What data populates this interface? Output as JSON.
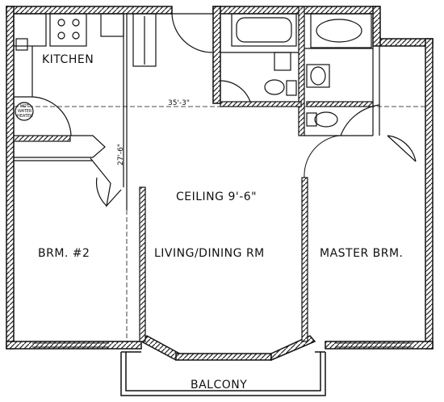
{
  "rooms": {
    "kitchen": "KITCHEN",
    "living": "LIVING/DINING RM",
    "master": "MASTER BRM.",
    "bedroom2": "BRM. #2",
    "balcony": "BALCONY"
  },
  "annotations": {
    "ceiling": "CEILING 9'-6\"",
    "width_dim": "35'-3\"",
    "depth_dim": "27'-6\"",
    "water_heater_line1": "HOT",
    "water_heater_line2": "WATER",
    "water_heater_line3": "HEATER"
  }
}
